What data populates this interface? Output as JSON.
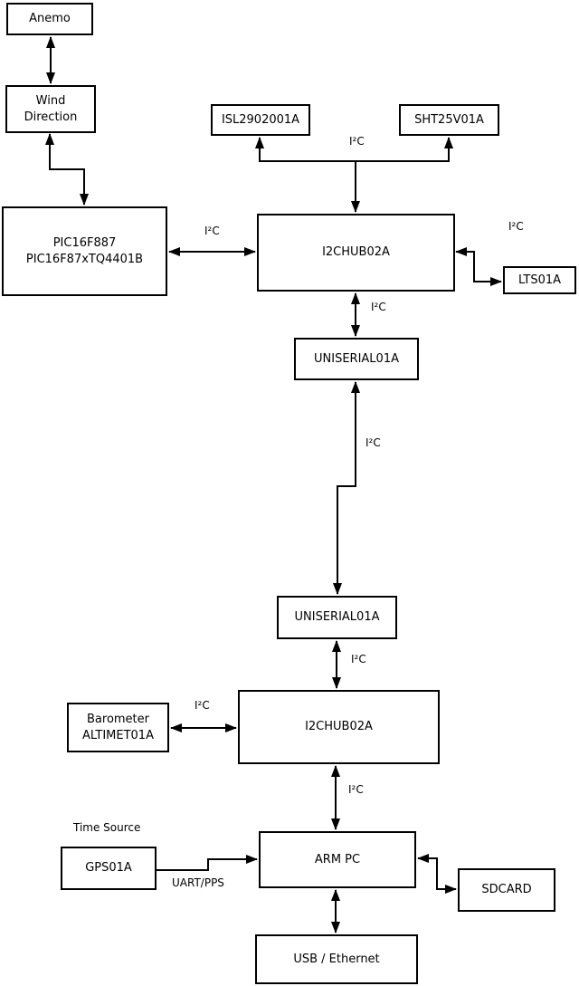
{
  "diagram": {
    "type": "block-diagram",
    "colors": {
      "line": "#000000",
      "box_fill": "#ffffff",
      "background": "#ffffff",
      "text": "#000000"
    },
    "boxes": {
      "anemo": "Anemo",
      "wind_direction": "Wind\nDirection",
      "pic": "PIC16F887\nPIC16F87xTQ4401B",
      "isl": "ISL2902001A",
      "sht": "SHT25V01A",
      "hub_top": "I2CHUB02A",
      "lts": "LTS01A",
      "uniserial_top": "UNISERIAL01A",
      "uniserial_bottom": "UNISERIAL01A",
      "hub_bottom": "I2CHUB02A",
      "barometer": "Barometer\nALTIMET01A",
      "gps": "GPS01A",
      "arm_pc": "ARM PC",
      "sdcard": "SDCARD",
      "usb_ethernet": "USB / Ethernet"
    },
    "edge_labels": {
      "i2c_sensors": "I²C",
      "i2c_pic_hub": "I²C",
      "i2c_hub_lts": "I²C",
      "i2c_hub_uniserial": "I²C",
      "i2c_long_link": "I²C",
      "i2c_uniserial_hub2": "I²C",
      "i2c_barometer_hub2": "I²C",
      "i2c_hub2_armpc": "I²C",
      "time_source": "Time Source",
      "uart_pps": "UART/PPS"
    }
  }
}
